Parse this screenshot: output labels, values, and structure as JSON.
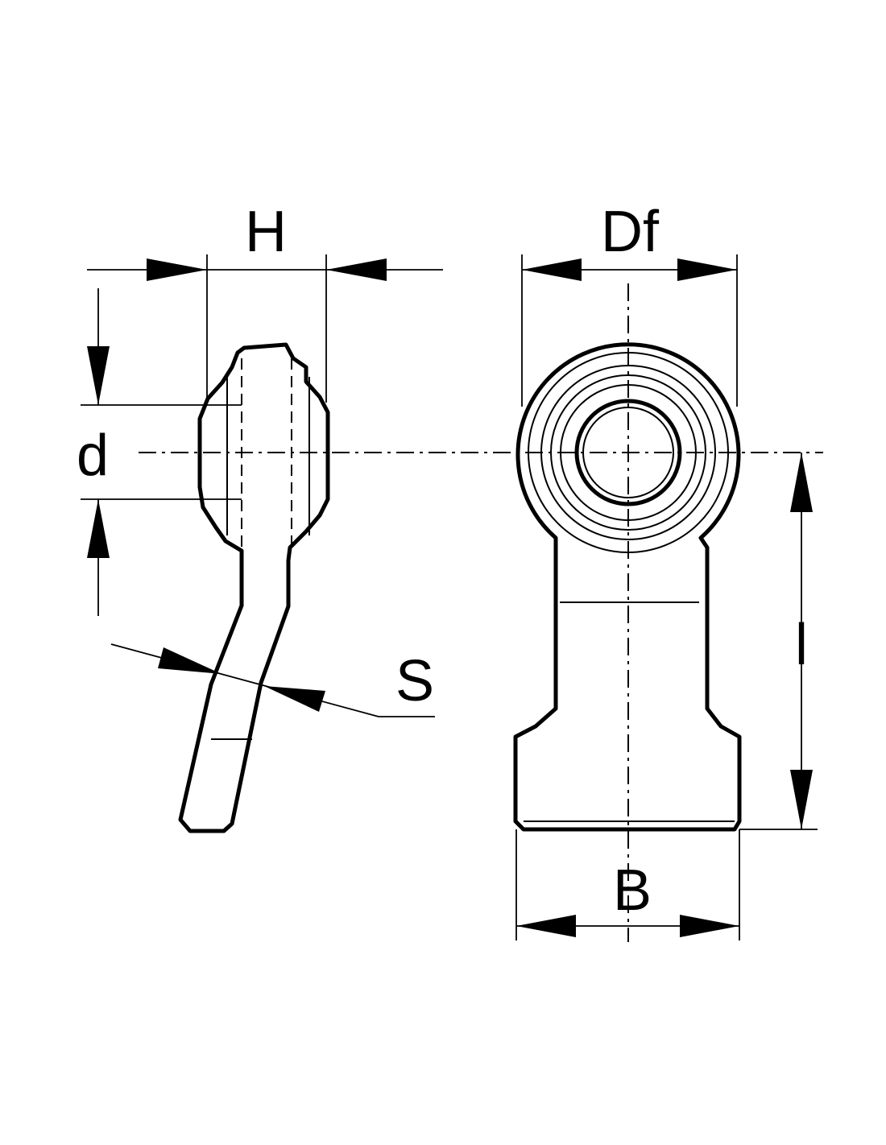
{
  "diagram": {
    "dimension_labels": {
      "H": "H",
      "Df": "Df",
      "d": "d",
      "S": "S",
      "l": "l",
      "B": "B"
    }
  }
}
